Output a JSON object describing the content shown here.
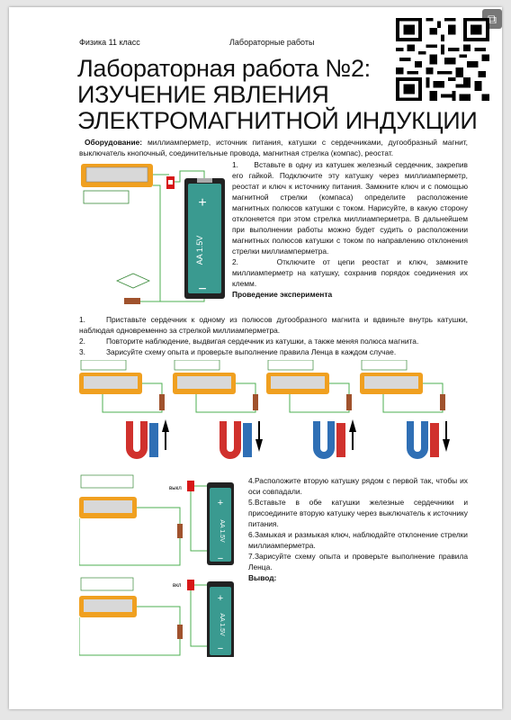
{
  "header": {
    "left": "Физика 11 класс",
    "right": "Лабораторные работы"
  },
  "title": {
    "line1": "Лабораторная работа №2:",
    "line2": "ИЗУЧЕНИЕ ЯВЛЕНИЯ",
    "line3": "ЭЛЕКТРОМАГНИТНОЙ ИНДУКЦИИ"
  },
  "equipment": {
    "label": "Оборудование:",
    "text": " миллиамперметр, источник питания, катушки с сердечниками, дугообразный магнит, выключатель кнопочный, соединительные провода, магнитная стрелка (компас), реостат."
  },
  "steps_top": [
    {
      "num": "1.",
      "text": "Вставьте в одну из катушек железный сердечник, закрепив его гайкой. Подключите эту катушку через миллиамперметр, реостат и ключ к источнику питания. Замкните ключ и с помощью магнитной стрелки (компаса) определите расположение магнитных полюсов катушки с током. Нарисуйте, в какую сторону отклоняется при этом стрелка миллиамперметра. В дальнейшем при выполнении работы можно будет судить о расположении магнитных полюсов катушки с током по направлению отклонения стрелки миллиамперметра."
    },
    {
      "num": "2.",
      "text": "Отключите от цепи реостат и ключ, замкните миллиамперметр на катушку, сохранив порядок соединения их клемм."
    }
  ],
  "experiment": {
    "heading": "Проведение эксперимента",
    "items": [
      {
        "num": "1.",
        "text": "Приставьте сердечник к одному из полюсов дугообразного магнита и вдвиньте внутрь катушки, наблюдая одновременно за стрелкой миллиамперметра."
      },
      {
        "num": "2.",
        "text": "Повторите наблюдение, выдвигая сердечник из катушки, а также меняя полюса магнита."
      },
      {
        "num": "3.",
        "text": "Зарисуйте схему опыта и проверьте выполнение правила Ленца в каждом случае."
      }
    ]
  },
  "battery_label": "AA 1.5V",
  "battery_plus": "+",
  "battery_minus": "−",
  "switch_labels": {
    "off": "выкл",
    "on": "вкл"
  },
  "steps_bottom": [
    "4.Расположите вторую катушку рядом с первой так, чтобы их оси совпадали.",
    "5.Вставьте в обе катушки железные сердечники и присоедините вторую катушку через выключатель к источнику питания.",
    "6.Замыкая и размыкая ключ, наблюдайте отклонение стрелки миллиамперметра.",
    "7.Зарисуйте схему опыта и проверьте выполнение правила Ленца."
  ],
  "conclusion_label": "Вывод:",
  "colors": {
    "meter": "#f0a020",
    "battery": "#3a9a90",
    "wire": "#4caf50",
    "magnet_red": "#d0312d",
    "magnet_blue": "#2f6fb5"
  }
}
